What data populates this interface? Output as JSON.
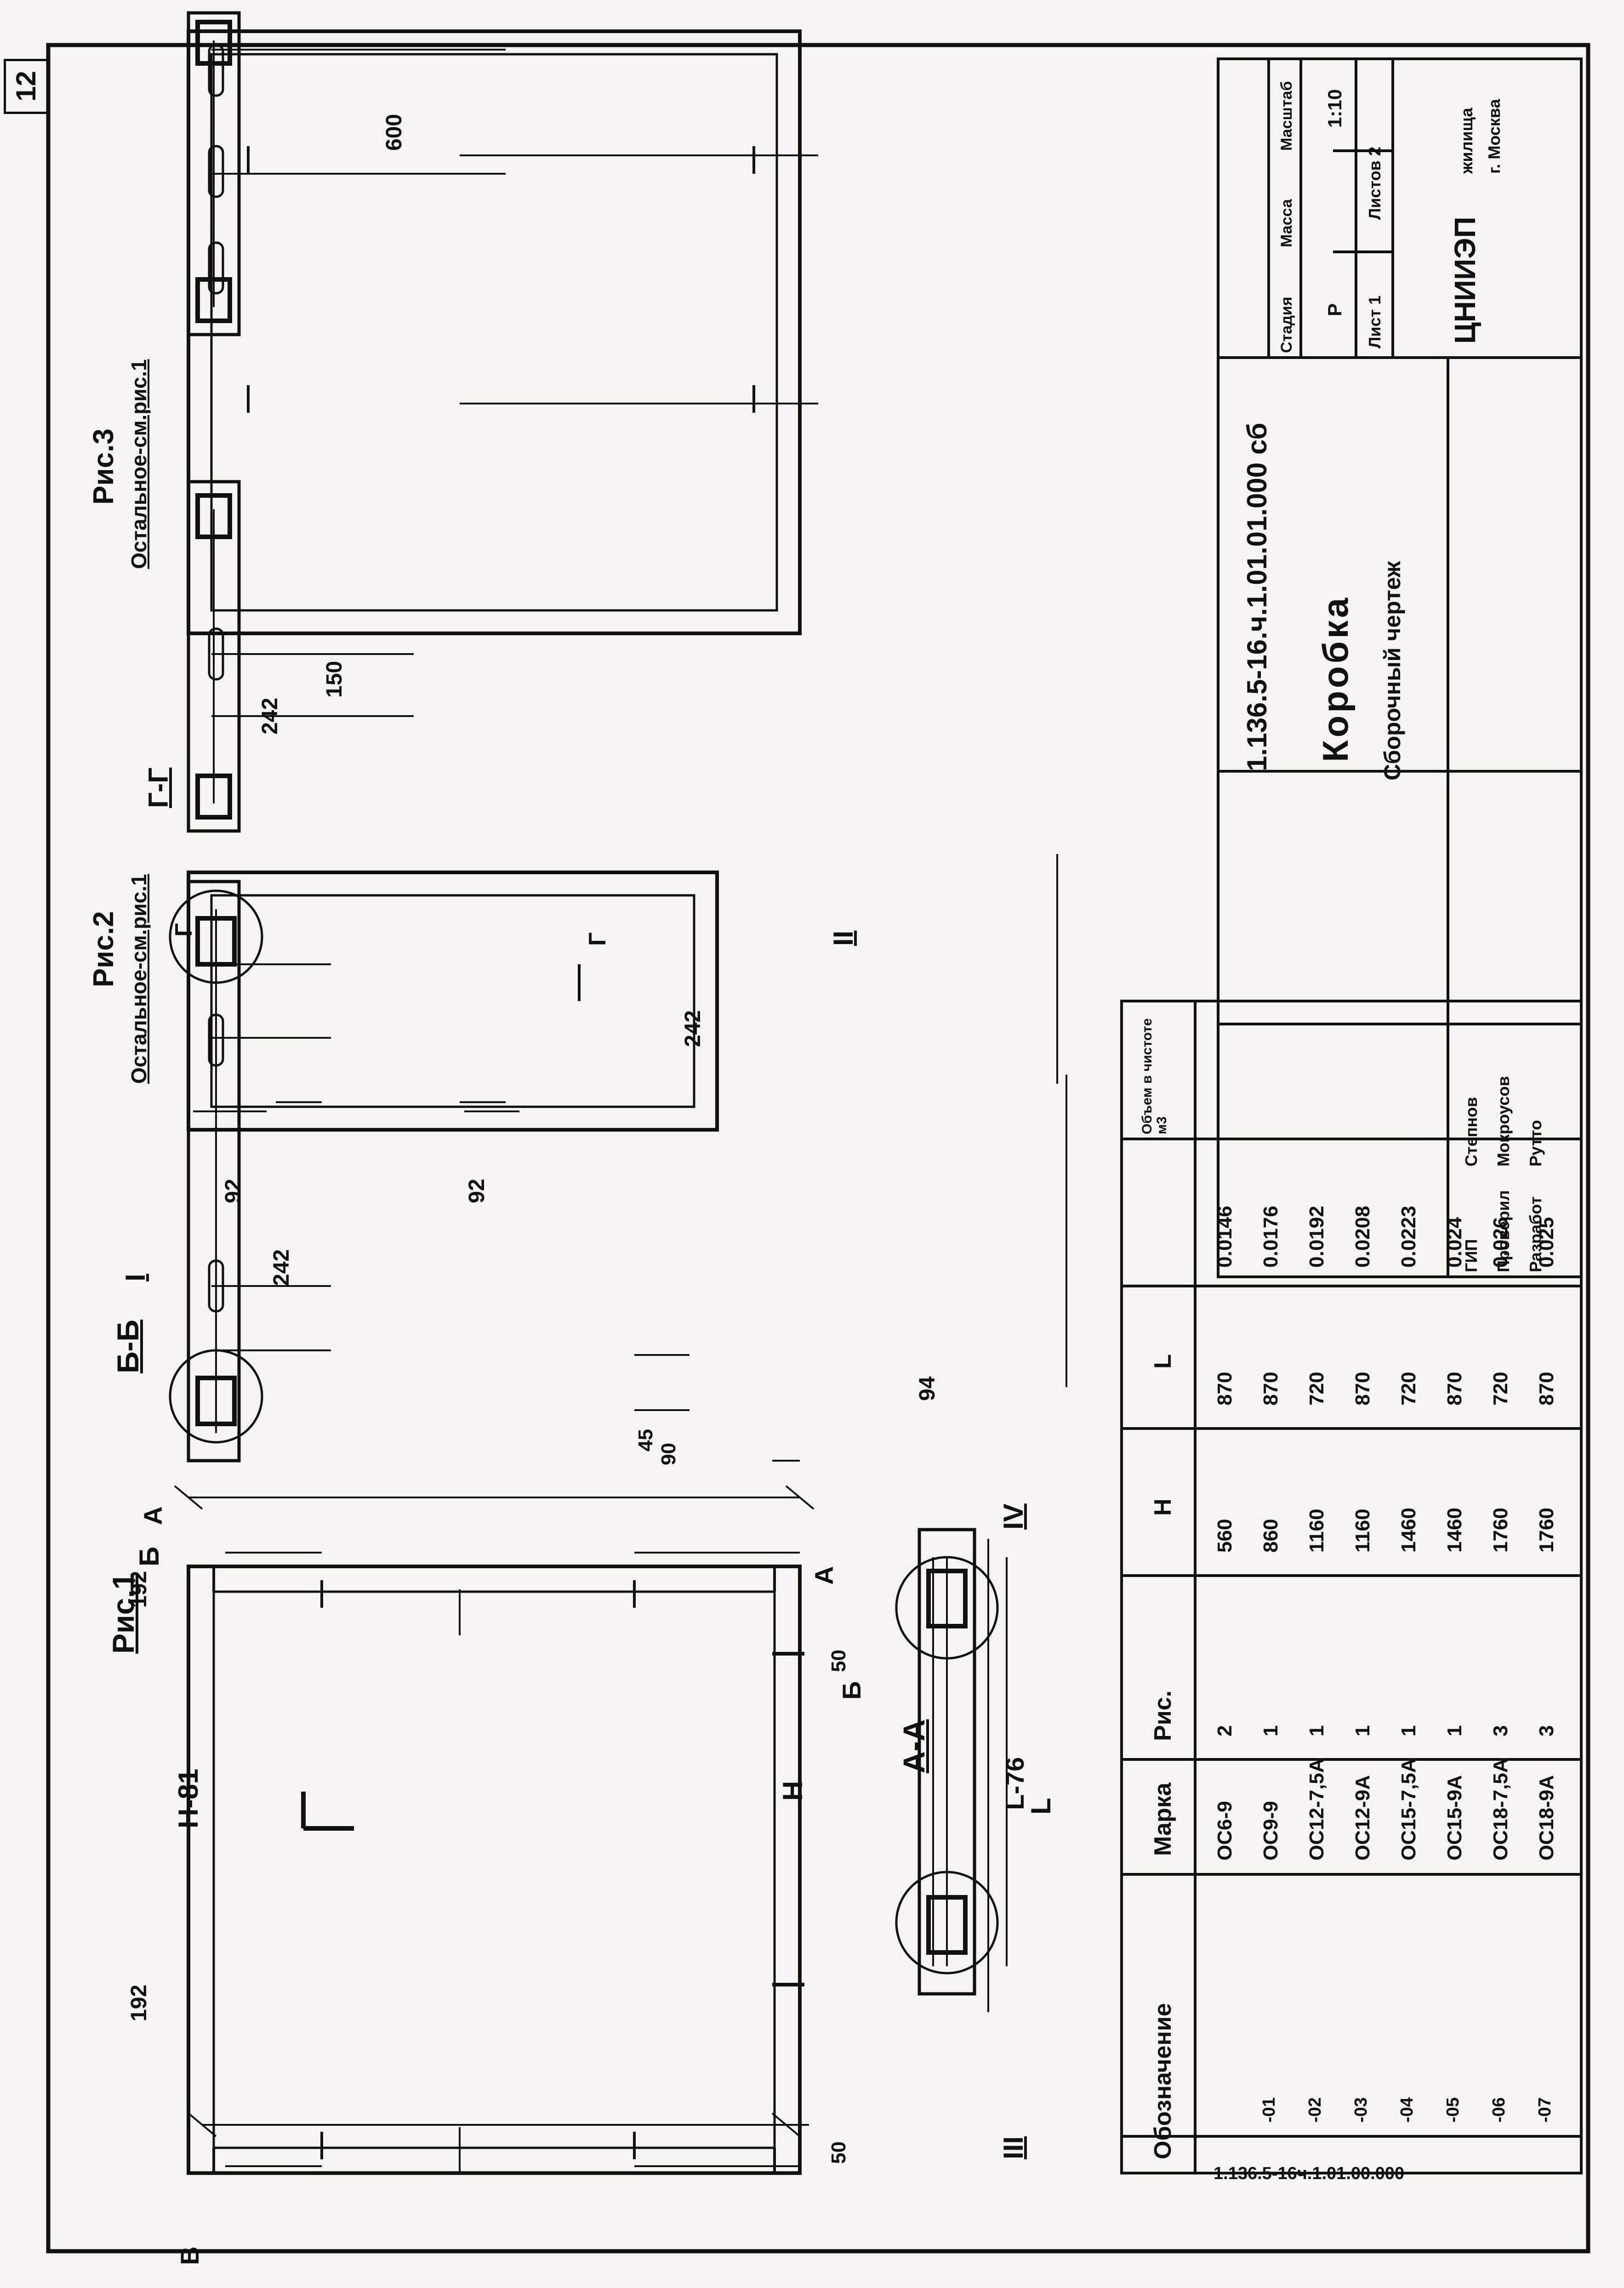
{
  "sheet": {
    "page_number": "12"
  },
  "figures": {
    "fig1_title": "Рис.1",
    "fig2_title": "Рис.2",
    "fig2_note": "Остальное-см.рис.1",
    "fig3_title": "Рис.3",
    "fig3_note": "Остальное-см.рис.1",
    "section_aa": "А-А",
    "section_bb": "Б-Б",
    "section_gg": "Г-Г",
    "mark_a": "А",
    "mark_b": "Б",
    "mark_g": "Г",
    "mark_v": "В",
    "view_I": "I",
    "view_II": "II",
    "view_III": "III",
    "view_IV": "IV"
  },
  "dimensions": {
    "h_minus_81": "Н-81",
    "h": "Н",
    "d192": "192",
    "d50": "50",
    "d242": "242",
    "d94": "94",
    "d45": "45",
    "d90": "90",
    "d92": "92",
    "d150": "150",
    "d600": "600",
    "l": "L",
    "l_minus_76": "L-76"
  },
  "spec_table": {
    "headers": [
      "Обозначение",
      "Марка",
      "Рис.",
      "Н",
      "L",
      "Объем в чистоте м3"
    ],
    "rows": [
      [
        "1.136.5-16ч.1.01.00.000",
        "ОС6-9",
        "2",
        "560",
        "870",
        "0.0146"
      ],
      [
        "-01",
        "ОС9-9",
        "1",
        "860",
        "870",
        "0.0176"
      ],
      [
        "-02",
        "ОС12-7,5А",
        "1",
        "1160",
        "720",
        "0.0192"
      ],
      [
        "-03",
        "ОС12-9А",
        "1",
        "1160",
        "870",
        "0.0208"
      ],
      [
        "-04",
        "ОС15-7,5А",
        "1",
        "1460",
        "720",
        "0.0223"
      ],
      [
        "-05",
        "ОС15-9А",
        "1",
        "1460",
        "870",
        "0.024"
      ],
      [
        "-06",
        "ОС18-7,5А",
        "3",
        "1760",
        "720",
        "0.026"
      ],
      [
        "-07",
        "ОС18-9А",
        "3",
        "1760",
        "870",
        "0.025"
      ]
    ]
  },
  "title_block": {
    "designation": "1.136.5-16.ч.1.01.01.000 сб",
    "name": "Коробка",
    "subtitle": "Сборочный чертеж",
    "stage_label": "Стадия",
    "mass_label": "Масса",
    "scale_label": "Масштаб",
    "stage": "Р",
    "scale": "1:10",
    "sheet_label": "Лист 1",
    "sheets_label": "Листов 2",
    "org": "ЦНИИЭП",
    "org_sub1": "жилища",
    "org_sub2": "г. Москва",
    "roles": [
      "ГИП",
      "Проверил",
      "Разработ"
    ],
    "names": [
      "Степнов",
      "Мокроусов",
      "Рутто"
    ]
  }
}
